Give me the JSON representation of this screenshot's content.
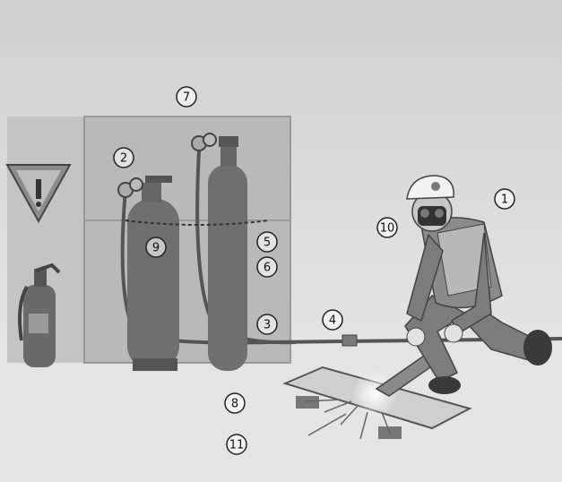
{
  "callouts": [
    {
      "id": "worker",
      "label": "1"
    },
    {
      "id": "regulator",
      "label": "2"
    },
    {
      "id": "hose",
      "label": "3"
    },
    {
      "id": "hose-coupling",
      "label": "4"
    },
    {
      "id": "chain",
      "label": "5"
    },
    {
      "id": "cylinder-storage",
      "label": "6"
    },
    {
      "id": "storage-area",
      "label": "7"
    },
    {
      "id": "floor",
      "label": "8"
    },
    {
      "id": "gas-cylinder",
      "label": "9"
    },
    {
      "id": "face-shield",
      "label": "10"
    },
    {
      "id": "sparks-area",
      "label": "11"
    }
  ],
  "colors": {
    "background": "#dcdcdc",
    "floor": "#e6e6e6",
    "cabinet": "#bdbdbd",
    "cylinder": "#6f6f6f",
    "hose": "#555555",
    "worker_suit": "#8a8a8a",
    "helmet": "#f2f2f2"
  },
  "icons": [
    "fire-extinguisher-icon",
    "warning-triangle-icon"
  ]
}
